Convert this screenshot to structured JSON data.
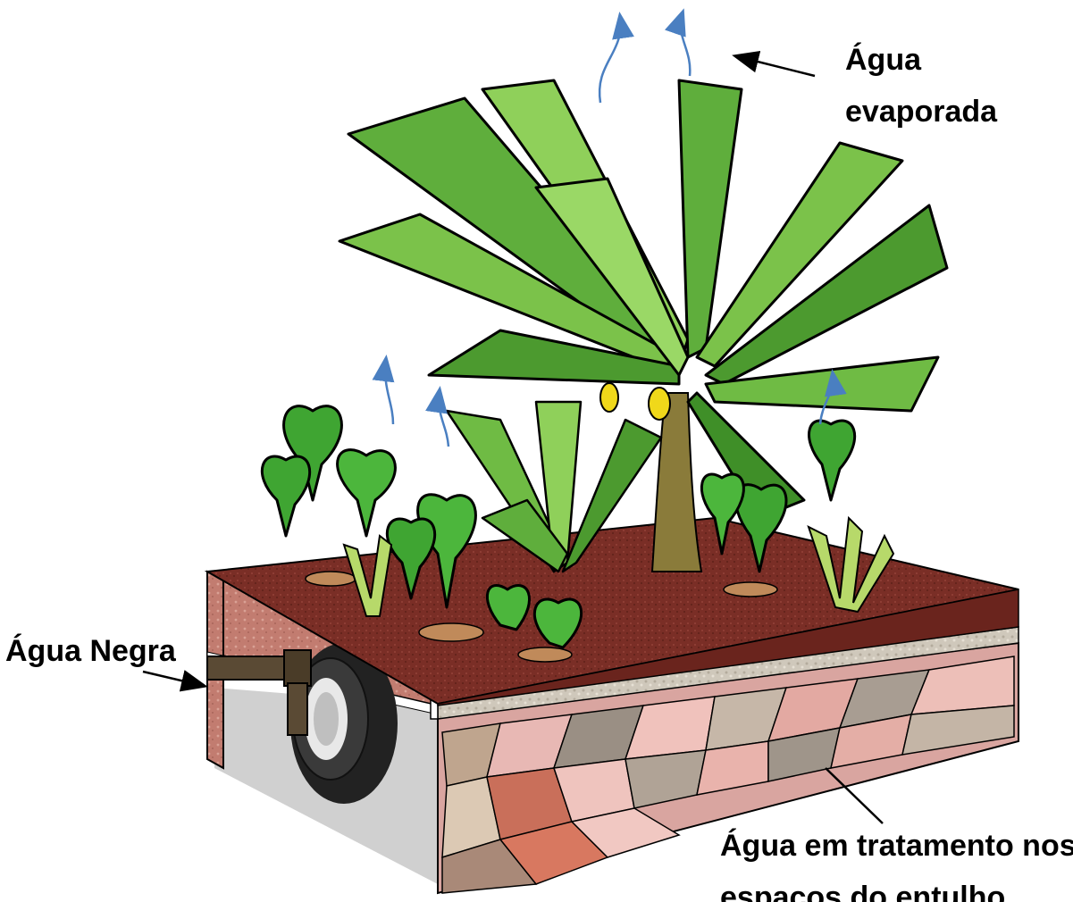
{
  "labels": {
    "evaporated": {
      "line1": "Água",
      "line2": "evaporada"
    },
    "black_water": {
      "text": "Água Negra"
    },
    "treatment": {
      "line1": "Água em tratamento nos",
      "line2": "espaços do entulho"
    }
  },
  "colors": {
    "soil": "#7a2e26",
    "soil_dark": "#5e2019",
    "gravel": "#c9c2b5",
    "brick_wall": "#c98a7e",
    "rubble": "#d9a5a0",
    "pipe": "#5a4a34",
    "leaf": "#3fa532",
    "leaf_light": "#8ccf5a",
    "banana": "#f0d81a",
    "vapor_arrow": "#4a7fc1",
    "annotation": "#000000"
  },
  "icons": [
    "vapor-arrow-icon",
    "annotation-arrow-icon",
    "tire-icon",
    "pipe-icon"
  ]
}
